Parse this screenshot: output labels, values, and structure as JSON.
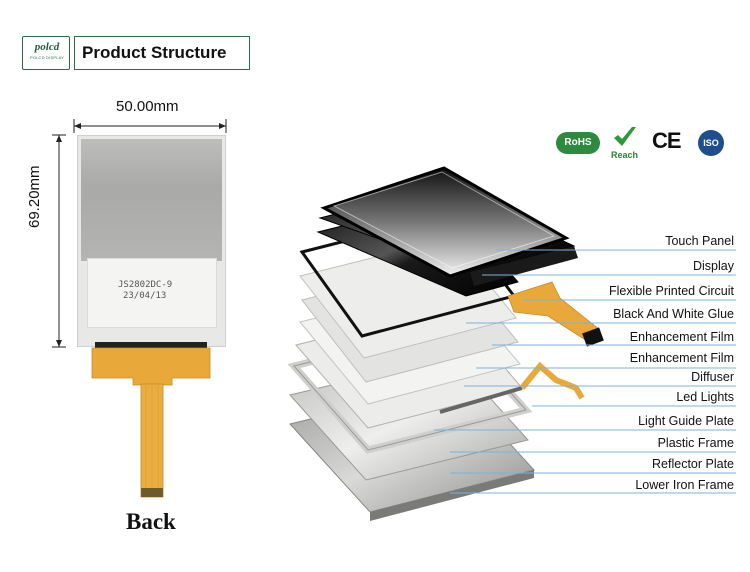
{
  "header": {
    "logo_text": "polcd",
    "logo_subtext": "POLCD DISPLAY",
    "title": "Product Structure"
  },
  "back_view": {
    "width_dimension": "50.00mm",
    "height_dimension": "69.20mm",
    "sticker_line1": "JS2802DC-9",
    "sticker_line2": "23/04/13",
    "caption": "Back"
  },
  "certifications": {
    "rohs": "RoHS",
    "reach": "Reach",
    "ce": "CE",
    "iso": "ISO"
  },
  "layers": [
    "Touch Panel",
    "Display",
    "Flexible Printed Circuit",
    "Black And White Glue",
    "Enhancement Film",
    "Enhancement Film",
    "Diffuser",
    "Led Lights",
    "Light Guide Plate",
    "Plastic Frame",
    "Reflector Plate",
    "Lower Iron Frame"
  ],
  "colors": {
    "brand": "#2e6b4a",
    "fpc": "#e8a93a",
    "leader": "#7fb0d9"
  }
}
